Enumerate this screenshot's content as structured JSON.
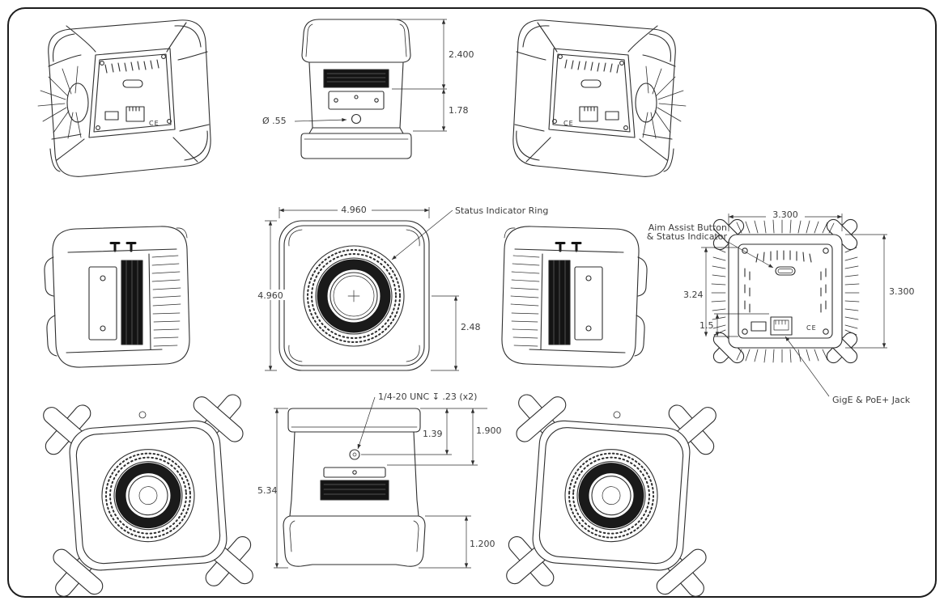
{
  "sheet": {
    "background": "#ffffff",
    "line_color": "#2e2e2e",
    "dark_fill": "#141414"
  },
  "views": {
    "top_view": {
      "dim_upper": "2.400",
      "dim_lower": "1.78",
      "dim_hole": "Ø .55"
    },
    "front_view": {
      "dim_width": "4.960",
      "dim_height": "4.960",
      "dim_lens_to_bottom": "2.48",
      "callout_status_ring": "Status Indicator Ring"
    },
    "rear_view": {
      "dim_width": "3.300",
      "dim_height": "3.300",
      "dim_connector": "3.24",
      "dim_jack": "1.5",
      "callout_aim_line1": "Aim Assist Button",
      "callout_aim_line2": "& Status Indicator",
      "callout_jack": "GigE & PoE+ Jack",
      "ce_mark": "CE"
    },
    "bottom_view": {
      "dim_height": "5.34",
      "dim_hole_inner": "1.39",
      "dim_hole_outer": "1.900",
      "dim_base": "1.200",
      "callout_thread": "1/4-20 UNC ↧ .23 (x2)"
    },
    "iso_rear_left": {
      "ce_mark": "CE"
    },
    "iso_rear_right": {
      "ce_mark": "CE"
    }
  }
}
